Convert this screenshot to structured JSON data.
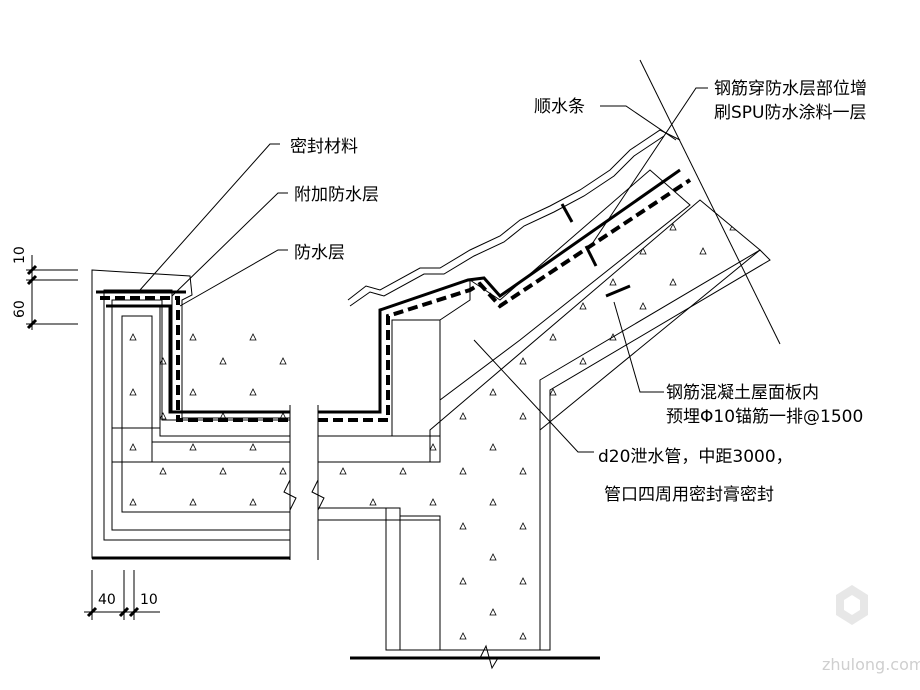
{
  "labels": {
    "seal_material": "密封材料",
    "extra_waterproof": "附加防水层",
    "waterproof": "防水层",
    "drip_strip": "顺水条",
    "rebar_note_1": "钢筋穿防水层部位增",
    "rebar_note_2": "刷SPU防水涂料一层",
    "anchor_note_1": "钢筋混凝土屋面板内",
    "anchor_note_2": "预埋Φ10锚筋一排@1500",
    "drain_note_1": "d20泄水管，中距3000，",
    "drain_note_2": "管口四周用密封膏密封"
  },
  "dimensions": {
    "d10_top": "10",
    "d60": "60",
    "d40": "40",
    "d10_bottom": "10"
  },
  "watermark": "zhulong.com"
}
